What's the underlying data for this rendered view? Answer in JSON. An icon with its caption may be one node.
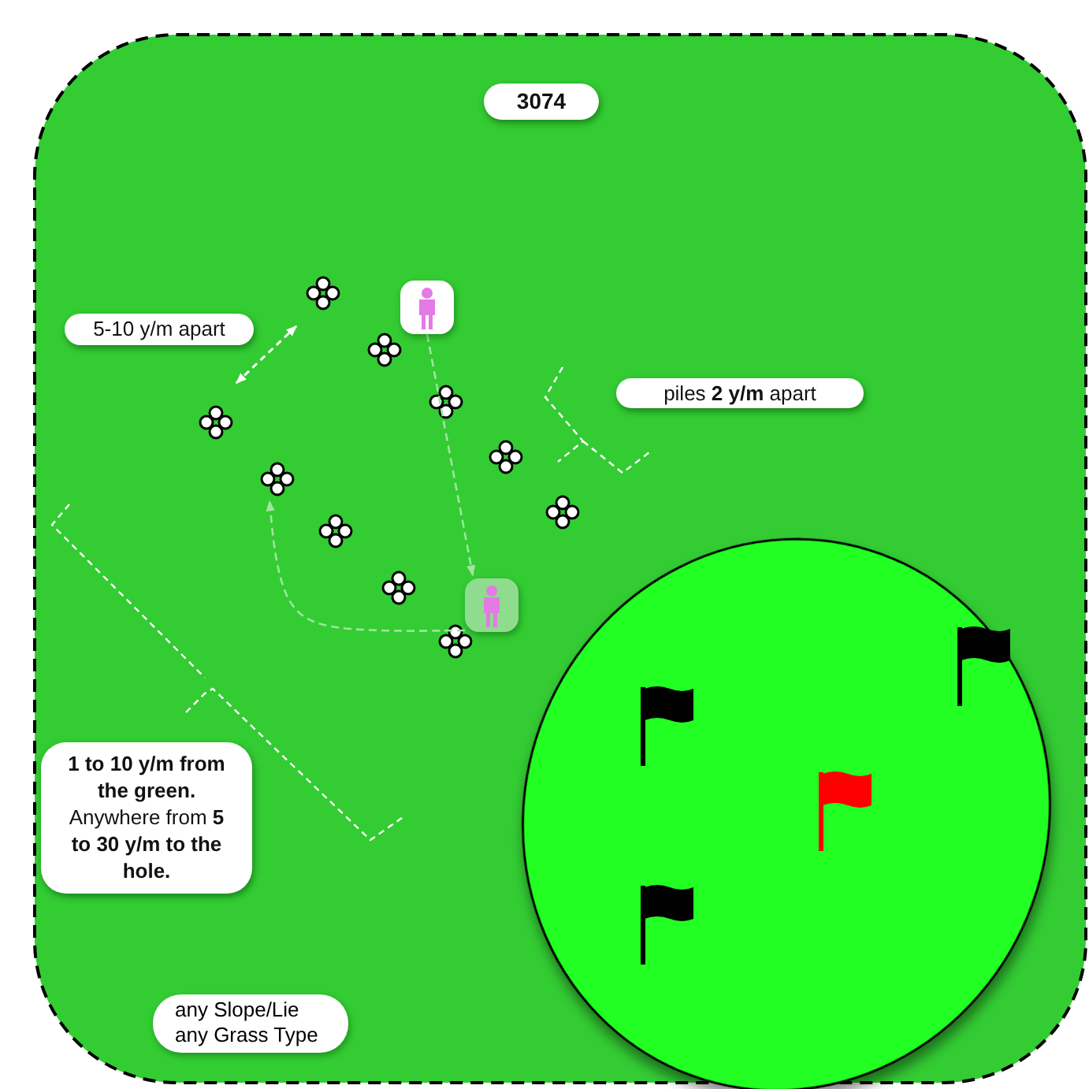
{
  "diagram": {
    "nodes": [
      {
        "text": [],
        "shape": "person"
      },
      {
        "text": [],
        "shape": "person"
      },
      {
        "text": [],
        "shape": "circle"
      }
    ],
    "edges": [
      {
        "from": 0,
        "to": 1,
        "arrow": "to",
        "style": "dashed"
      },
      {
        "from": 1,
        "to": 2,
        "arrow": "to",
        "style": "dashed"
      }
    ],
    "labels": [
      "3074",
      "5-10 y/m apart",
      "piles **2 y/m** apart",
      "**1 to 10 y/m from the green.** Anywhere from **5 to 30 y/m to the hole.**",
      "any Slope/Lie",
      "any Grass Type"
    ]
  }
}
